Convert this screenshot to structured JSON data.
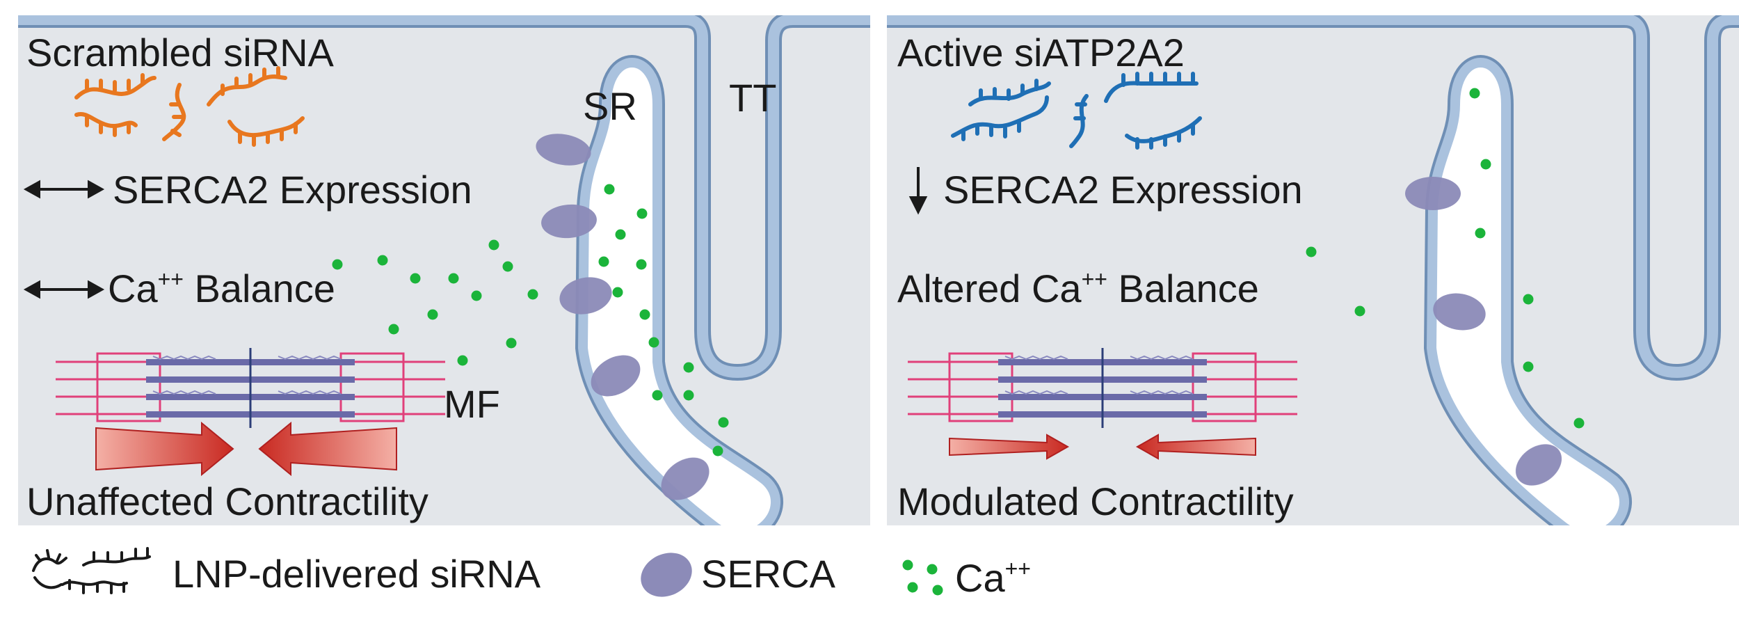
{
  "left_panel": {
    "title": "Scrambled siRNA",
    "expression_text": "SERCA2 Expression",
    "balance_prefix": "Ca",
    "balance_sup": "++",
    "balance_suffix": " Balance",
    "contractility_text": "Unaffected Contractility",
    "sr_label": "SR",
    "tt_label": "TT",
    "mf_label": "MF",
    "sirna_color": "#e8771f"
  },
  "right_panel": {
    "title": "Active siATP2A2",
    "expression_text": "SERCA2 Expression",
    "balance_prefix": "Altered Ca",
    "balance_sup": "++",
    "balance_suffix": " Balance",
    "contractility_text": "Modulated Contractility",
    "sirna_color": "#1f6fb5"
  },
  "legend": {
    "sirna_label": "LNP-delivered siRNA",
    "serca_label": "SERCA",
    "ca_prefix": "Ca",
    "ca_sup": "++"
  },
  "colors": {
    "panel_bg": "#e3e6ea",
    "membrane": "#aac2de",
    "membrane_edge": "#6f8fb5",
    "serca": "#8c8bb8",
    "calcium": "#1bb43a",
    "arrow_red": "#d9362e",
    "sarcomere_pink": "#e0407a",
    "sarcomere_purple": "#6a6aa8"
  },
  "icons": [
    "double-arrow-icon",
    "down-arrow-icon",
    "sirna-strand-icon",
    "serca-pump-icon",
    "calcium-ion-icon",
    "contraction-arrow-icon"
  ]
}
